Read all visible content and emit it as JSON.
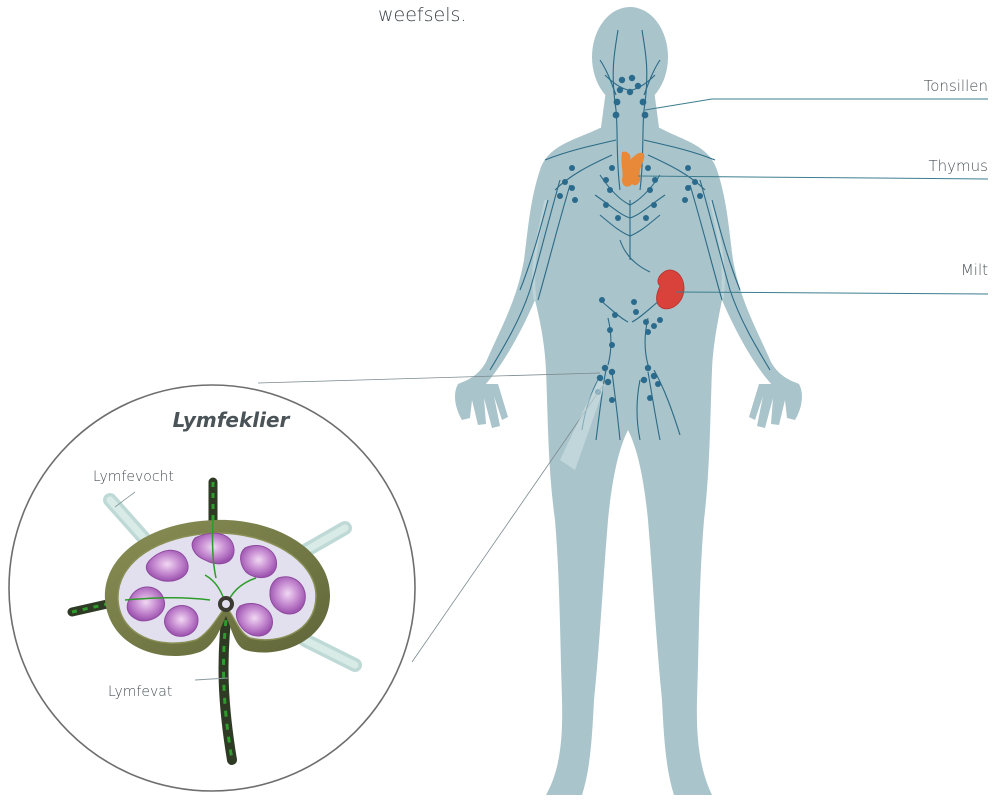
{
  "intro_fragment": "weefsels.",
  "labels": {
    "tonsillen": "Tonsillen",
    "thymus": "Thymus",
    "milt": "Milt"
  },
  "inset": {
    "title": "Lymfeklier",
    "lymfevocht": "Lymfevocht",
    "lymfevat": "Lymfevat"
  },
  "colors": {
    "body": "#a9c4ca",
    "vessel": "#2b6a87",
    "node": "#2a6a8c",
    "thymus": "#e8893a",
    "spleen": "#d9413b",
    "leader": "#3d7d8f",
    "capsule": "#6f7648",
    "lobule": "#a35bb5",
    "lobule_light": "#e6c2ec",
    "medulla": "#e2e0ef",
    "lymph_green": "#2e9c2a",
    "vessel_pale": "#bfdad6"
  }
}
